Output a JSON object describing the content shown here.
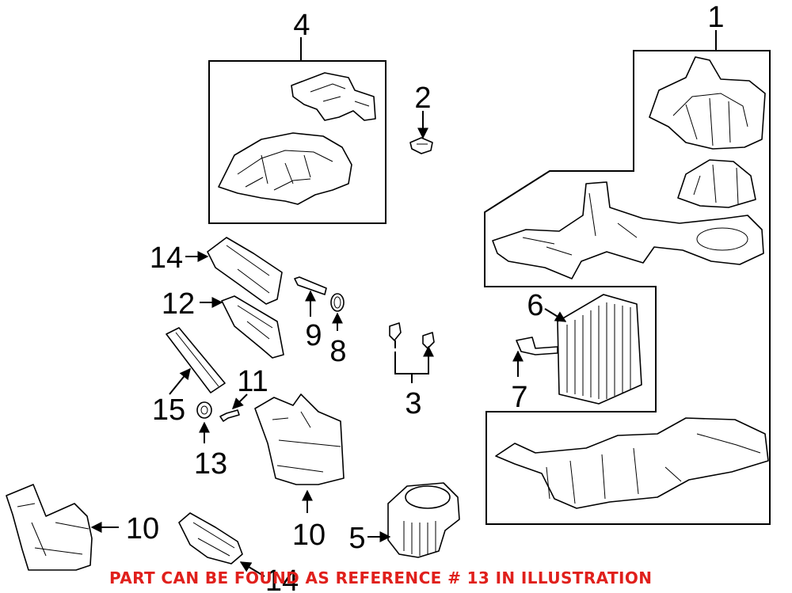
{
  "callouts": {
    "c1": "1",
    "c2": "2",
    "c3": "3",
    "c4": "4",
    "c5": "5",
    "c6": "6",
    "c7": "7",
    "c8": "8",
    "c9": "9",
    "c10a": "10",
    "c10b": "10",
    "c11": "11",
    "c12": "12",
    "c13": "13",
    "c14a": "14",
    "c14b": "14",
    "c15": "15"
  },
  "footer_note": "PART CAN BE FOUND AS REFERENCE # 13 IN ILLUSTRATION",
  "colors": {
    "line": "#000000",
    "background": "#ffffff",
    "note": "#e0201c"
  }
}
